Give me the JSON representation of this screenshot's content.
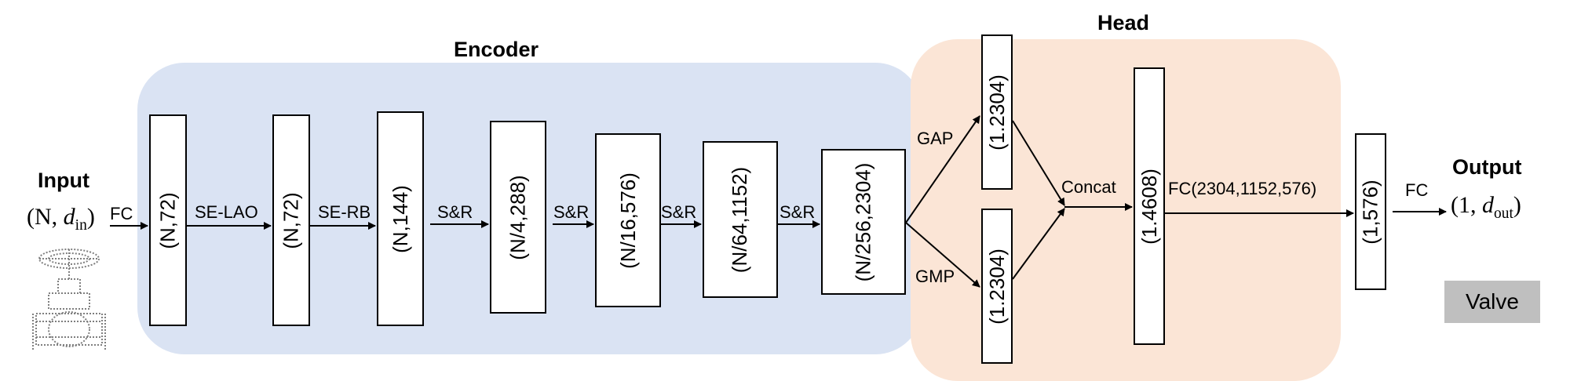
{
  "titles": {
    "encoder": "Encoder",
    "head": "Head",
    "input": "Input",
    "output": "Output"
  },
  "input": {
    "shape_prefix": "(N, ",
    "dim_var": "d",
    "dim_sub": "in",
    "shape_suffix": ")"
  },
  "output": {
    "shape_prefix": "(1, ",
    "dim_var": "d",
    "dim_sub": "out",
    "shape_suffix": ")"
  },
  "encoder_blocks": [
    "(N,72)",
    "(N,72)",
    "(N,144)",
    "(N/4,288)",
    "(N/16,576)",
    "(N/64,1152)",
    "(N/256,2304)"
  ],
  "head_blocks": {
    "gap_out": "(1.2304)",
    "gmp_out": "(1.2304)",
    "concat_out": "(1.4608)",
    "fc_out": "(1,576)"
  },
  "edge_labels": {
    "fc_in": "FC",
    "se_lao": "SE-LAO",
    "se_rb": "SE-RB",
    "sr1": "S&R",
    "sr2": "S&R",
    "sr3": "S&R",
    "sr4": "S&R",
    "gap": "GAP",
    "gmp": "GMP",
    "concat": "Concat",
    "fc_head": "FC(2304,1152,576)",
    "fc_out": "FC"
  },
  "class_label": "Valve",
  "colors": {
    "encoder_bg": "#dae3f3",
    "head_bg": "#fbe5d6",
    "class_bg": "#bfbfbf"
  },
  "icons": {
    "input_object": "valve-point-cloud-icon"
  }
}
